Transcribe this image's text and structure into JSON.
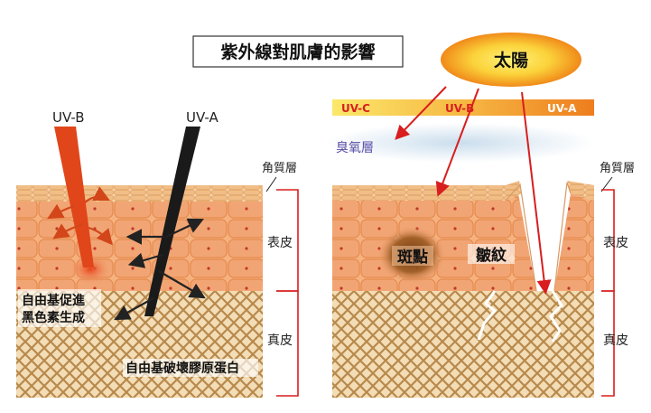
{
  "title": "紫外線對肌膚的影響",
  "sun": {
    "label": "太陽"
  },
  "uv_band": {
    "c": "UV-C",
    "b": "UV-B",
    "a": "UV-A"
  },
  "ozone": "臭氧層",
  "left": {
    "uvb_label": "UV-B",
    "uva_label": "UV-A",
    "note_melanin_1": "自由基促進",
    "note_melanin_2": "黑色素生成",
    "note_collagen": "自由基破壞膠原蛋白"
  },
  "layers": {
    "stratum_corneum": "角質層",
    "epidermis": "表皮",
    "dermis": "真皮"
  },
  "right": {
    "spots": "斑點",
    "wrinkles": "皺紋"
  },
  "colors": {
    "uvb_ray": "#e0461a",
    "uva_ray": "#1a1a1a",
    "bracket": "#d81e1e",
    "arrow_red": "#d81e1e",
    "epidermis_cell": "#f2a574",
    "cell_border": "#e58a4e",
    "dermis_bg": "#f3ddb6",
    "dermis_mesh": "#b8894c",
    "sun_core": "#fbe24a",
    "sun_glow": "#f0a020",
    "ozone_haze": "#cfe0ee"
  }
}
